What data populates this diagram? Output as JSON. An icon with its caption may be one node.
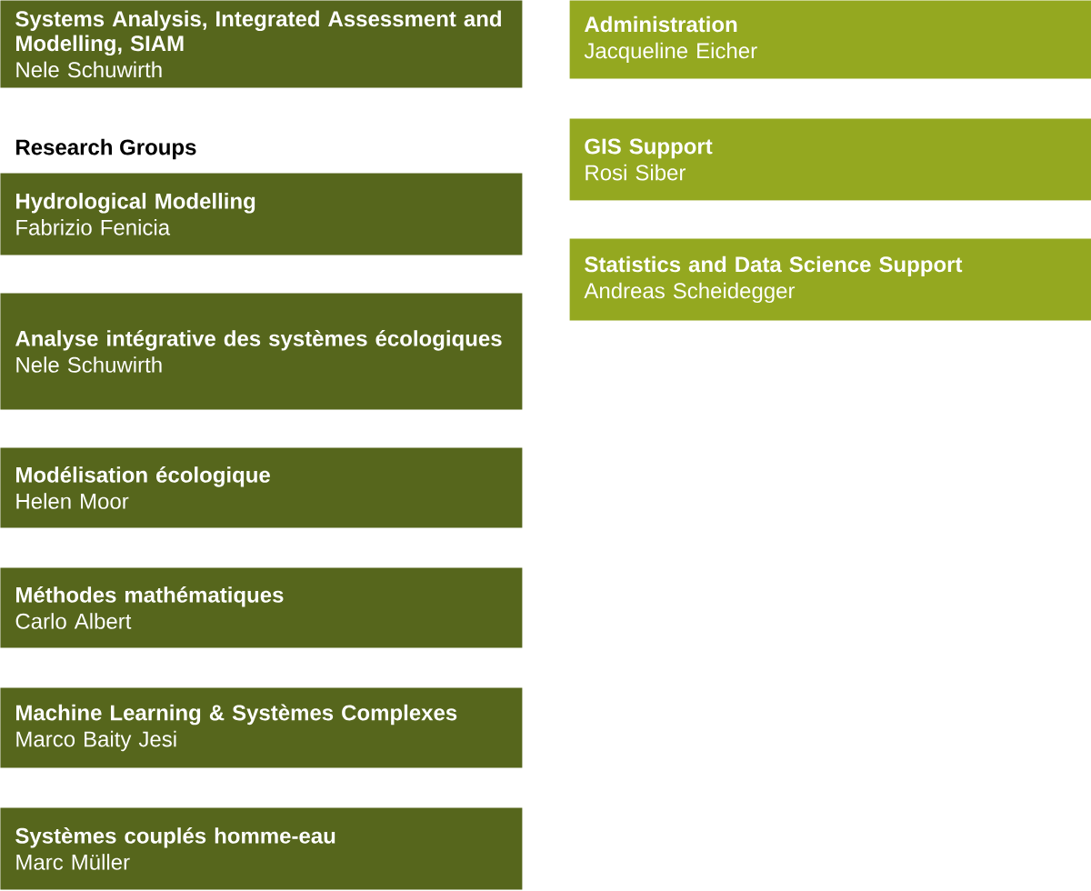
{
  "diagram": {
    "nodes": [
      {
        "text": [
          "Systems Analysis, Integrated Assessment and Modelling, SIAM",
          "Nele Schuwirth"
        ]
      },
      {
        "text": [
          "Hydrological Modelling",
          "Fabrizio Fenicia"
        ]
      },
      {
        "text": [
          "Analyse intégrative des systèmes écologiques",
          "Nele Schuwirth"
        ]
      },
      {
        "text": [
          "Modélisation écologique",
          "Helen Moor"
        ]
      },
      {
        "text": [
          "Méthodes mathématiques",
          "Carlo Albert"
        ]
      },
      {
        "text": [
          "Machine Learning & Systèmes Complexes",
          "Marco Baity Jesi"
        ]
      },
      {
        "text": [
          "Systèmes couplés homme-eau",
          "Marc Müller"
        ]
      },
      {
        "text": [
          "Administration",
          "Jacqueline Eicher"
        ]
      },
      {
        "text": [
          "GIS Support",
          "Rosi Siber"
        ]
      },
      {
        "text": [
          "Statistics and Data Science Support",
          "Andreas Scheidegger"
        ]
      }
    ],
    "labels": [
      "Research Groups"
    ]
  }
}
